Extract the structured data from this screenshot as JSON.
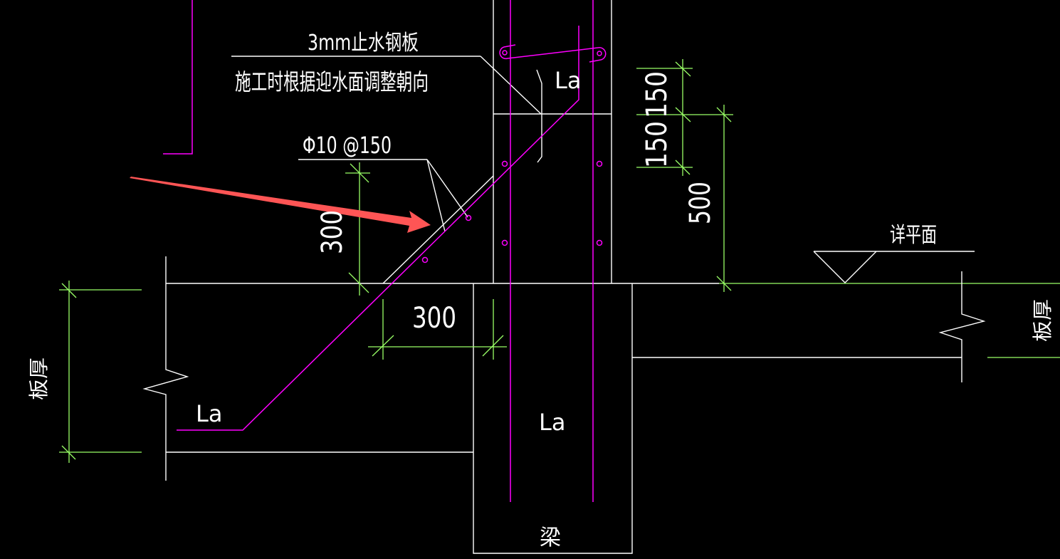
{
  "drawing": {
    "type": "CAD construction detail - wall/slab waterstop junction",
    "background": "#000000",
    "colors": {
      "outline": "#ffffff",
      "rebar": "#ff00ff",
      "dimension": "#99ff66",
      "annotation_arrow": "#ff5555"
    }
  },
  "labels": {
    "waterstop": "3mm止水钢板",
    "waterstop_note": "施工时根据迎水面调整朝向",
    "rebar_spec": "Φ10 @150",
    "detail_plan": "详平面",
    "slab_thickness_left": "板厚",
    "slab_thickness_right": "板厚",
    "beam": "梁",
    "anchor_top": "La",
    "anchor_left": "La",
    "anchor_beam": "La"
  },
  "dimensions": {
    "diag_vertical": "300",
    "diag_horizontal": "300",
    "top_spacing_1": "150",
    "top_spacing_2": "150",
    "wall_height": "500"
  }
}
